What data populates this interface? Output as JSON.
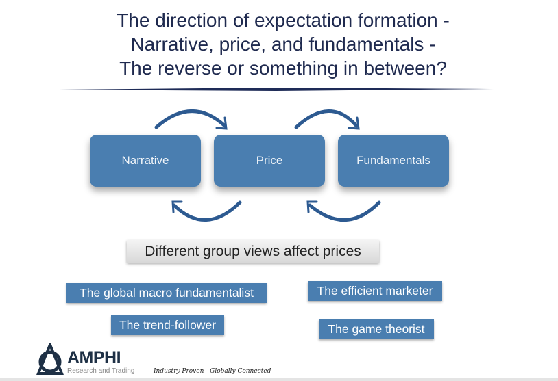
{
  "title": {
    "lines": [
      "The direction of expectation formation -",
      "Narrative, price, and fundamentals -",
      "The reverse or something in between?"
    ]
  },
  "diagram": {
    "boxes": [
      "Narrative",
      "Price",
      "Fundamentals"
    ],
    "accent": "#4a7eb0"
  },
  "groups": {
    "heading": "Different group views affect prices",
    "labels": [
      "The global macro fundamentalist",
      "The efficient marketer",
      "The trend-follower",
      "The game theorist"
    ]
  },
  "footer": {
    "brand": "AMPHI",
    "brand_sub": "Research and Trading",
    "tagline": "Industry Proven - Globally Connected"
  }
}
